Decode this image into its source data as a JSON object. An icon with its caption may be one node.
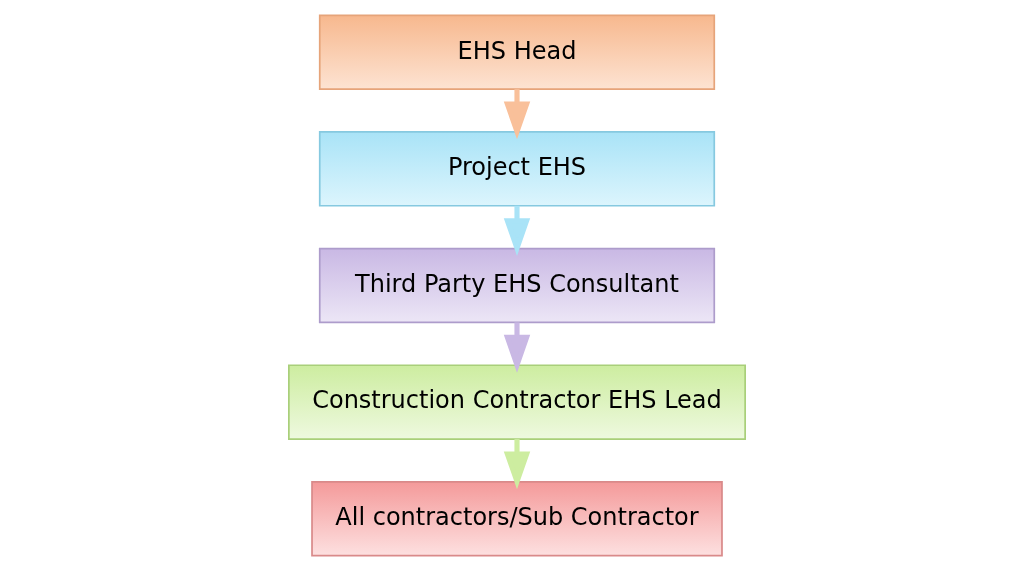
{
  "diagram": {
    "nodes": [
      {
        "text": [
          "EHS Head"
        ]
      },
      {
        "text": [
          "Project EHS"
        ]
      },
      {
        "text": [
          "Third Party EHS Consultant"
        ]
      },
      {
        "text": [
          "Construction Contractor EHS Lead"
        ]
      },
      {
        "text": [
          "All contractors/Sub Contractor"
        ]
      }
    ],
    "edges": [
      {
        "from": 0,
        "to": 1,
        "arrow": "to",
        "color": "#f9c09a"
      },
      {
        "from": 1,
        "to": 2,
        "arrow": "to",
        "color": "#a9e3f7"
      },
      {
        "from": 2,
        "to": 3,
        "arrow": "to",
        "color": "#c9b8e4"
      },
      {
        "from": 3,
        "to": 4,
        "arrow": "to",
        "color": "#cdeda0"
      }
    ]
  }
}
